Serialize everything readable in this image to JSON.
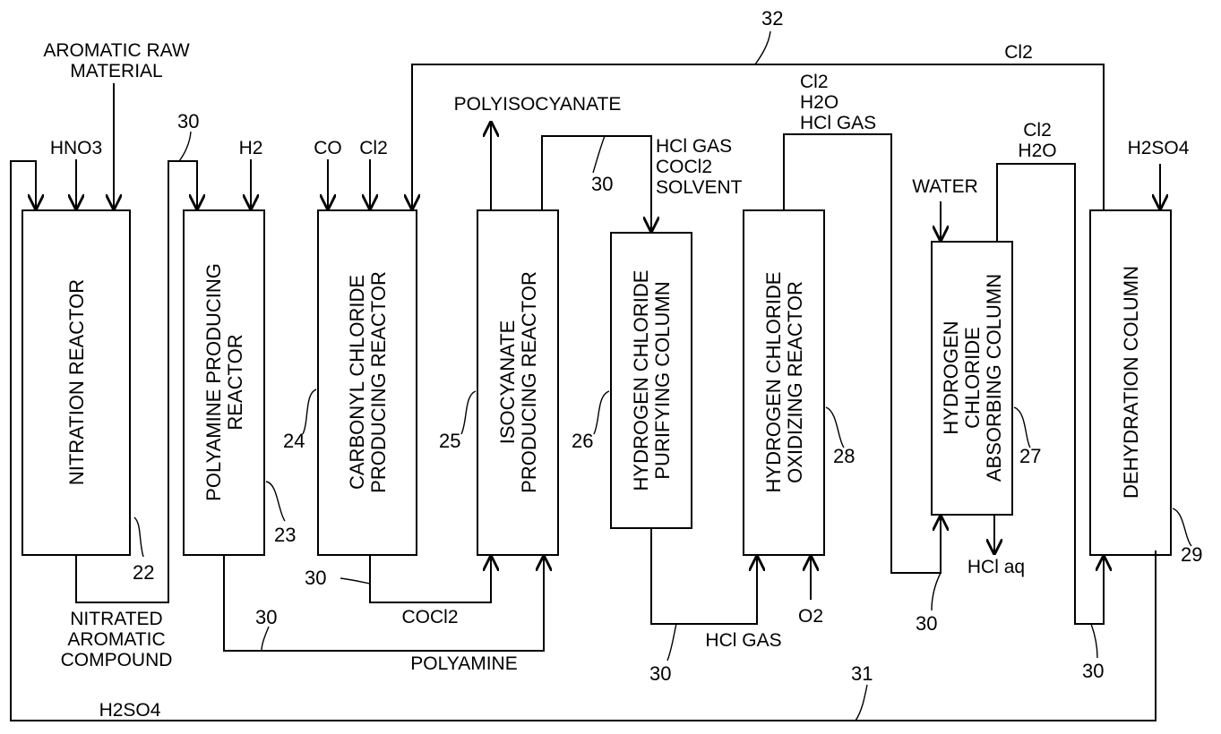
{
  "diagram": {
    "units": [
      {
        "key": "nitration",
        "ref": "22",
        "lines": [
          "NITRATION REACTOR"
        ]
      },
      {
        "key": "polyamine",
        "ref": "23",
        "lines": [
          "POLYAMINE PRODUCING",
          "REACTOR"
        ]
      },
      {
        "key": "carbonyl",
        "ref": "24",
        "lines": [
          "CARBONYL CHLORIDE",
          "PRODUCING REACTOR"
        ]
      },
      {
        "key": "isocyanate",
        "ref": "25",
        "lines": [
          "ISOCYANATE",
          "PRODUCING REACTOR"
        ]
      },
      {
        "key": "hcl_purify",
        "ref": "26",
        "lines": [
          "HYDROGEN CHLORIDE",
          "PURIFYING COLUMN"
        ]
      },
      {
        "key": "hcl_absorb",
        "ref": "27",
        "lines": [
          "HYDROGEN",
          "CHLORIDE",
          "ABSORBING COLUMN"
        ]
      },
      {
        "key": "hcl_oxidize",
        "ref": "28",
        "lines": [
          "HYDROGEN CHLORIDE",
          "OXIDIZING REACTOR"
        ]
      },
      {
        "key": "dehydration",
        "ref": "29",
        "lines": [
          "DEHYDRATION COLUMN"
        ]
      }
    ],
    "stream_labels": {
      "aromatic_raw_1": "AROMATIC RAW",
      "aromatic_raw_2": "MATERIAL",
      "hno3": "HNO3",
      "h2": "H2",
      "co": "CO",
      "cl2_in": "Cl2",
      "polyisocyanate": "POLYISOCYANATE",
      "cl2_recycle": "Cl2",
      "iso_off_1": "HCl GAS",
      "iso_off_2": "COCl2",
      "iso_off_3": "SOLVENT",
      "ox_out_1": "Cl2",
      "ox_out_2": "H2O",
      "ox_out_3": "HCl GAS",
      "abs_top_1": "Cl2",
      "abs_top_2": "H2O",
      "h2so4_in": "H2SO4",
      "water": "WATER",
      "hcl_aq": "HCl aq",
      "nitrated_1": "NITRATED",
      "nitrated_2": "AROMATIC",
      "nitrated_3": "COMPOUND",
      "cocl2": "COCl2",
      "polyamine": "POLYAMINE",
      "hcl_gas": "HCl GAS",
      "o2": "O2",
      "h2so4_return": "H2SO4"
    },
    "line_refs": {
      "r32": "32",
      "r31": "31",
      "r30": "30"
    }
  }
}
